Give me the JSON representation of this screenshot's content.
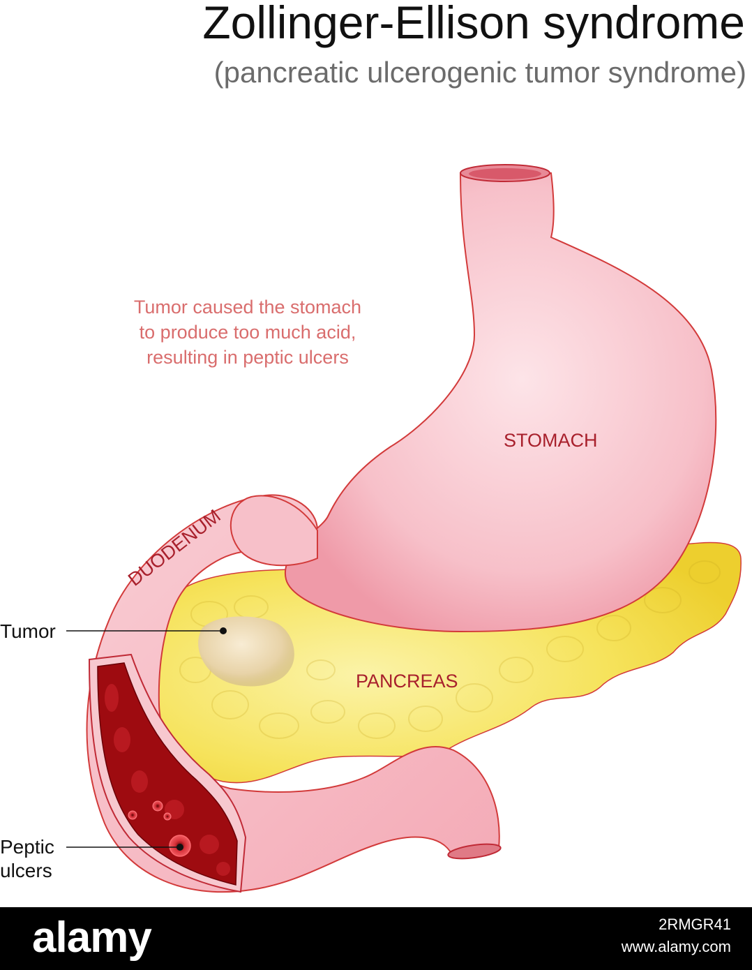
{
  "title": "Zollinger-Ellison syndrome",
  "subtitle": "(pancreatic ulcerogenic tumor syndrome)",
  "caption_lines": [
    "Tumor caused the stomach",
    "to produce too much acid,",
    "resulting in peptic ulcers"
  ],
  "labels": {
    "stomach": "STOMACH",
    "pancreas": "PANCREAS",
    "duodenum": "DUODENUM",
    "tumor": "Tumor",
    "ulcers_line1": "Peptic",
    "ulcers_line2": "ulcers"
  },
  "footer": {
    "brand": "alamy",
    "image_id": "2RMGR41",
    "site": "www.alamy.com"
  },
  "colors": {
    "stomach": "#f6b8c2",
    "pancreas": "#f5e04a",
    "label_red": "#a8202c",
    "caption": "#d96d6d",
    "ulcer_interior": "#9e0b10"
  }
}
